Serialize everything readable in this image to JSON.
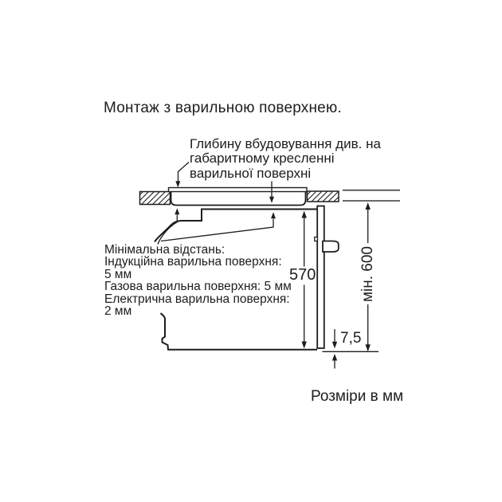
{
  "page": {
    "title": "Монтаж з варильною поверхнею.",
    "footer": "Розміри в мм"
  },
  "annotations": {
    "depth_note": [
      "Глибину вбудовування див. на",
      "габаритному кресленні",
      "варильної поверхні"
    ],
    "min_distance_note": [
      "Мінімальна відстань:",
      "Індукційна варильна поверхня:",
      "5 мм",
      "Газова варильна поверхня: 5 мм",
      "Електрична варильна поверхня:",
      "2 мм"
    ]
  },
  "dimensions": {
    "oven_height": "570",
    "min_niche_height": "мін. 600",
    "bottom_gap": "7,5"
  },
  "colors": {
    "ink": "#1d1d1b",
    "background": "#ffffff"
  }
}
